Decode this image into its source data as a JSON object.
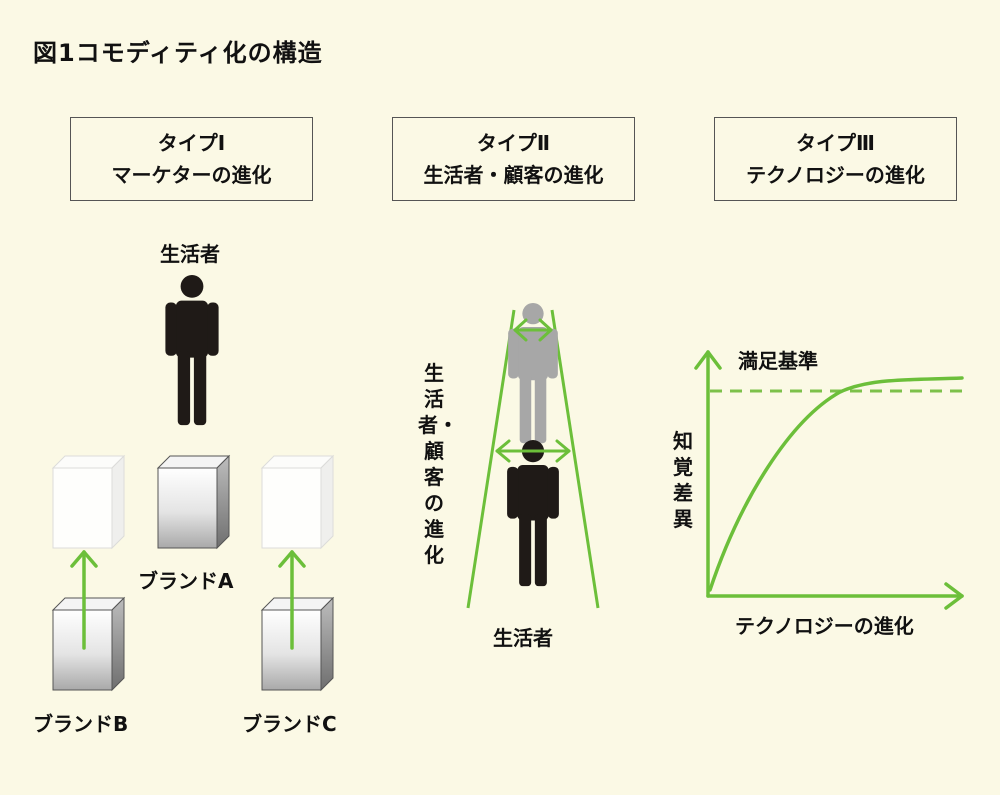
{
  "title": "図1コモディティ化の構造",
  "types": [
    {
      "line1": "タイプⅠ",
      "line2": "マーケターの進化"
    },
    {
      "line1": "タイプⅡ",
      "line2": "生活者・顧客の進化"
    },
    {
      "line1": "タイプⅢ",
      "line2": "テクノロジーの進化"
    }
  ],
  "panel1": {
    "consumer_label": "生活者",
    "brand_a": "ブランドA",
    "brand_b": "ブランドB",
    "brand_c": "ブランドC"
  },
  "panel2": {
    "vertical_label": "生活者・顧客の進化",
    "consumer_label": "生活者"
  },
  "panel3": {
    "satisfaction_label": "満足基準",
    "y_axis_label": "知覚差異",
    "x_axis_label": "テクノロジーの進化"
  },
  "colors": {
    "green": "#6cbf3a",
    "figure_dark": "#1f1a17",
    "figure_gray": "#a7a7a7",
    "background": "#fbf9e5"
  }
}
